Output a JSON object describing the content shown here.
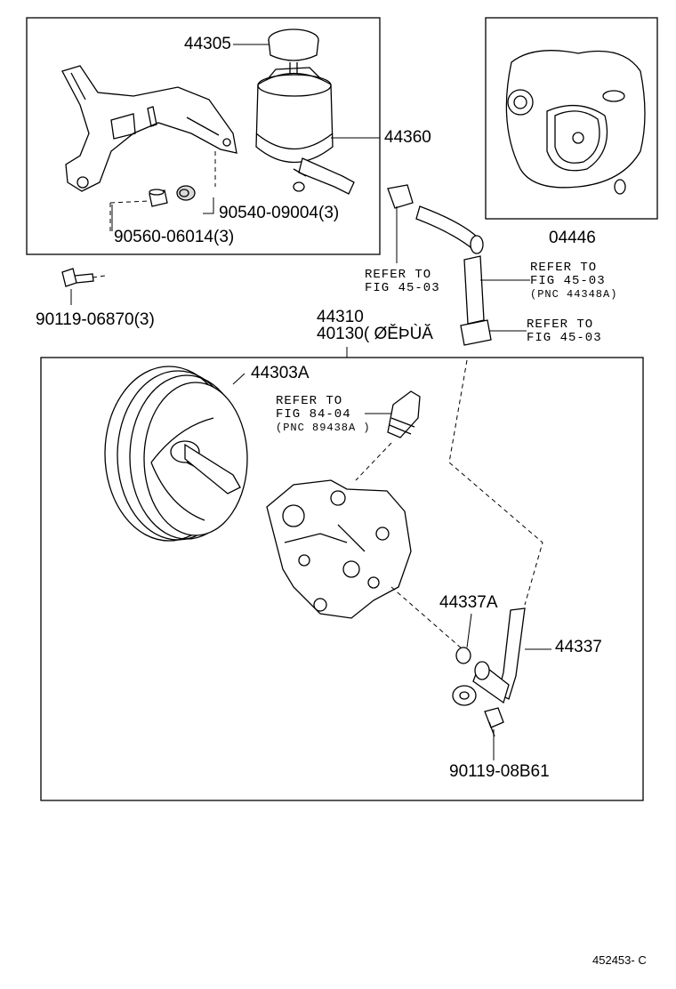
{
  "parts": {
    "reservoir_cap": "44305",
    "reservoir_assy": "44360",
    "seal_kit": "04446",
    "cushion_bolt": "90540-09004(3)",
    "collar": "90560-06014(3)",
    "bracket_bolt": "90119-06870(3)",
    "pump_assy_1": "44310",
    "pump_assy_2": "40130( ØĚÞÙĂ",
    "pulley": "44303A",
    "o_ring": "44337A",
    "union": "44337",
    "union_bolt": "90119-08B61"
  },
  "refs": {
    "ref_a": {
      "line1": "REFER TO",
      "line2": "FIG 45-03"
    },
    "ref_b": {
      "line1": "REFER TO",
      "line2": "FIG 45-03",
      "line3": "(PNC 44348A)"
    },
    "ref_c": {
      "line1": "REFER TO",
      "line2": "FIG 45-03"
    },
    "ref_d": {
      "line1": "REFER TO",
      "line2": "FIG 84-04",
      "line3": "(PNC 89438A )"
    }
  },
  "footer": {
    "illustration_id": "452453- C"
  }
}
